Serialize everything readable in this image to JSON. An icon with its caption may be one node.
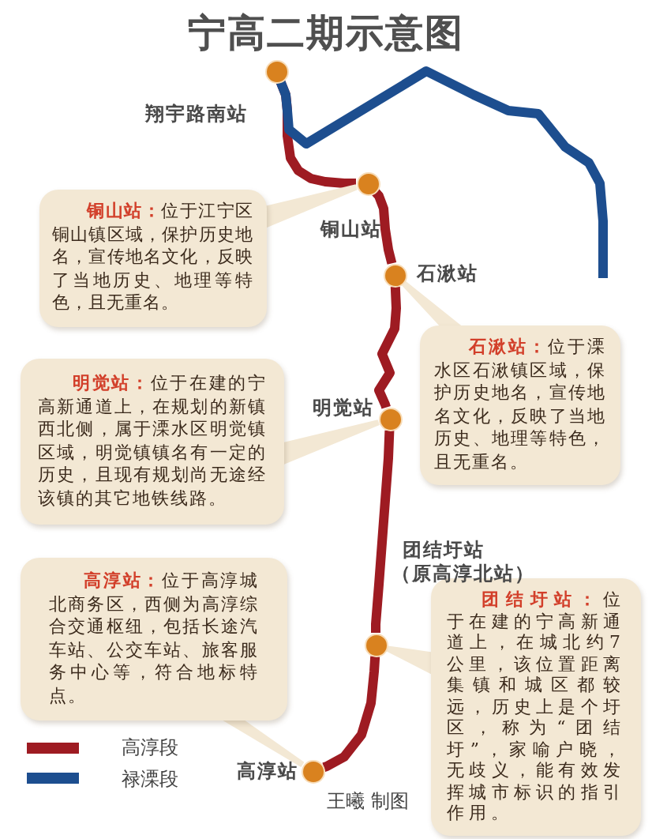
{
  "diagram": {
    "title": "宁高二期示意图",
    "nodes": [
      {
        "text": [],
        "shape": "circle",
        "beside": [
          "翔宇路南站"
        ]
      },
      {
        "text": [
          "**铜山站：**位于江宁区铜山镇区域，保护历史地名，宣传地名文化，反映了当地历史、地理等特色，且无重名。"
        ]
      },
      {
        "text": [],
        "shape": "circle",
        "beside": [
          "铜山站"
        ]
      },
      {
        "text": [],
        "shape": "circle",
        "beside": [
          "石湫站"
        ]
      },
      {
        "text": [
          "**石湫站：**位于溧水区石湫镇区域，保护历史地名，宣传地名文化，反映了当地历史、地理等特色，且无重名。"
        ]
      },
      {
        "text": [
          "**明觉站：**位于在建的宁高新通道上，在规划的新镇西北侧，属于溧水区明觉镇区域，明觉镇镇名有一定的历史，且现有规划尚无途经该镇的其它地铁线路。"
        ]
      },
      {
        "text": [],
        "shape": "circle",
        "beside": [
          "明觉站"
        ]
      },
      {
        "text": [],
        "shape": "circle",
        "beside": [
          "团结圩站",
          "（原高淳北站）"
        ]
      },
      {
        "text": [
          "**高淳站：**位于高淳城北商务区，西侧为高淳综合交通枢纽，包括长途汽车站、公交车站、旅客服务中心等，符合地标特点。"
        ]
      },
      {
        "text": [
          "**团结圩站：**位于在建的宁高新通道上，在城北约7公里，该位置距离集镇和城区都较远，历史上是个圩区，称为“团结圩”，家喻户晓，无歧义，能有效发挥城市标识的指引作用。"
        ]
      },
      {
        "text": [],
        "shape": "circle",
        "beside": [
          "高淳站"
        ]
      }
    ],
    "edges": [
      {
        "from": 0,
        "to": 2,
        "arrow": "none",
        "color": "#9e1b22"
      },
      {
        "from": 2,
        "to": 3,
        "arrow": "none",
        "color": "#9e1b22"
      },
      {
        "from": 3,
        "to": 6,
        "arrow": "none",
        "color": "#9e1b22"
      },
      {
        "from": 6,
        "to": 7,
        "arrow": "none",
        "color": "#9e1b22"
      },
      {
        "from": 7,
        "to": 10,
        "arrow": "none",
        "color": "#9e1b22"
      },
      {
        "from": 0,
        "to": null,
        "arrow": "none",
        "color": "#1d4e8f"
      },
      {
        "from": 1,
        "to": 2,
        "arrow": "none"
      },
      {
        "from": 4,
        "to": 3,
        "arrow": "none"
      },
      {
        "from": 5,
        "to": 6,
        "arrow": "none"
      },
      {
        "from": 8,
        "to": 10,
        "arrow": "none"
      },
      {
        "from": 9,
        "to": 7,
        "arrow": "none"
      }
    ],
    "labels": [
      "王曦 制图"
    ],
    "legend": [
      {
        "text": "高淳段",
        "color": "#9e1b22"
      },
      {
        "text": "禄溧段",
        "color": "#1d4e8f"
      }
    ]
  }
}
